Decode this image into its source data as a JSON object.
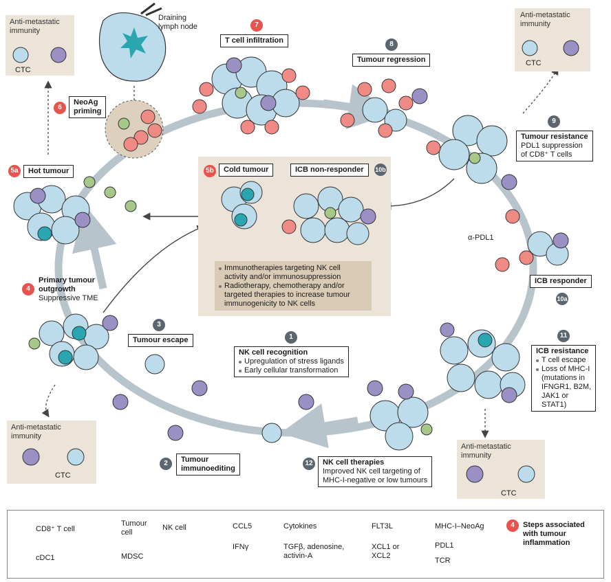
{
  "labels": {
    "draining_lymph_node": "Draining\nlymph node",
    "neoag_priming": "NeoAg\npriming",
    "t_cell_infiltration": "T cell infiltration",
    "tumour_regression": "Tumour regression",
    "tumour_resistance": "Tumour resistance",
    "tumour_resistance_sub": "PDL1 suppression\nof CD8⁺ T cells",
    "hot_tumour": "Hot tumour",
    "cold_tumour": "Cold tumour",
    "icb_non_responder": "ICB non-responder",
    "alpha_pdl1": "α-PDL1",
    "icb_responder": "ICB responder",
    "primary_outgrowth": "Primary tumour\noutgrowth",
    "primary_outgrowth_sub": "Suppressive TME",
    "tumour_escape": "Tumour escape",
    "nk_recognition": "NK cell recognition",
    "tumour_immunoediting": "Tumour\nimmunoediting",
    "nk_therapies": "NK cell therapies",
    "nk_therapies_sub": "Improved NK cell targeting of\nMHC-I-negative or low tumours",
    "icb_resistance": "ICB resistance",
    "ctc": "CTC",
    "anti_metastatic": "Anti-metastatic\nimmunity"
  },
  "nk_recognition_bullets": [
    "Upregulation of stress ligands",
    "Early cellular transformation"
  ],
  "cold_box_bullets": [
    "Immunotherapies targeting NK cell\nactivity and/or immunosuppression",
    "Radiotherapy, chemotherapy and/or\ntargeted therapies to increase tumour\nimmunogenicity to NK cells"
  ],
  "icb_resistance_bullets": [
    "T cell escape",
    "Loss of MHC-I\n(mutations in\nIFNGR1, B2M,\nJAK1 or\nSTAT1)"
  ],
  "steps": {
    "s1": "1",
    "s2": "2",
    "s3": "3",
    "s4": "4",
    "s5a": "5a",
    "s5b": "5b",
    "s6": "6",
    "s7": "7",
    "s8": "8",
    "s9": "9",
    "s10a": "10a",
    "s10b": "10b",
    "s11": "11",
    "s12": "12"
  },
  "legend": {
    "cd8": "CD8⁺ T cell",
    "tumour_cell": "Tumour\ncell",
    "nk_cell": "NK cell",
    "ccl5": "CCL5",
    "cytokines": "Cytokines",
    "flt3l": "FLT3L",
    "mhc_neoag": "MHC-I–NeoAg",
    "steps_inflammation": "Steps associated\nwith tumour\ninflammation",
    "step_example": "4",
    "cdc1": "cDC1",
    "mdsc": "MDSC",
    "ifng": "IFNγ",
    "tgfb": "TGFβ, adenosine,\nactivin-A",
    "xcl": "XCL1 or\nXCL2",
    "pdl1": "PDL1",
    "tcr": "TCR"
  },
  "colors": {
    "cd8": "#f08a84",
    "tumour": "#bcdcec",
    "nk": "#9a90c4",
    "cdc1": "#a6c98a",
    "mdsc": "#2aa6b0",
    "panel": "#ece4d8",
    "cycle_arrow": "#b8c4cc",
    "step_red": "#e8534d",
    "step_grey": "#5c6670"
  }
}
